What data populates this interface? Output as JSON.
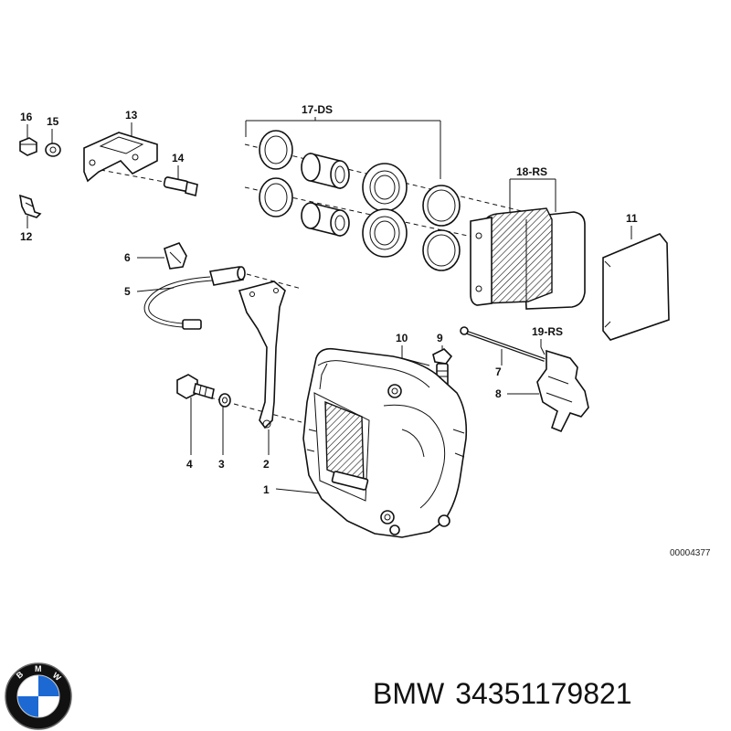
{
  "diagram": {
    "reference_code": "00004377",
    "part_labels": {
      "p1": "1",
      "p2": "2",
      "p3": "3",
      "p4": "4",
      "p5": "5",
      "p6": "6",
      "p7": "7",
      "p8": "8",
      "p9": "9",
      "p10": "10",
      "p11": "11",
      "p12": "12",
      "p13": "13",
      "p14": "14",
      "p15": "15",
      "p16": "16",
      "p17": "17-DS",
      "p18": "18-RS",
      "p19": "19-RS"
    }
  },
  "caption": {
    "brand": "BMW",
    "part_number": "34351179821"
  },
  "logo": {
    "letters": "BMW",
    "colors": {
      "blue": "#1c69d4",
      "white": "#ffffff",
      "ring": "#111111"
    }
  }
}
